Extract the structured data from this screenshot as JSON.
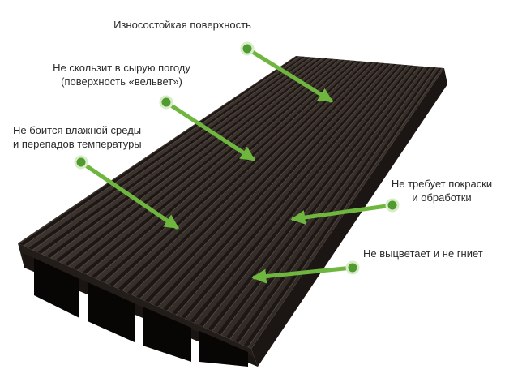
{
  "colors": {
    "accent_green": "#6fb63f",
    "dot_green": "#4f9b2f",
    "board_top": "#3a312c",
    "board_groove": "#1c1714",
    "board_ridge": "#4a403a",
    "board_front": "#231d1a",
    "board_hollow": "#070605"
  },
  "annotations": [
    {
      "id": "wear",
      "lines": [
        "Износостойкая поверхность"
      ]
    },
    {
      "id": "slip",
      "lines": [
        "Не скользит в сырую погоду",
        "(поверхность «вельвет»)"
      ]
    },
    {
      "id": "moisture",
      "lines": [
        "Не боится влажной среды",
        "и перепадов температуры"
      ]
    },
    {
      "id": "paint",
      "lines": [
        "Не требует покраски",
        "и обработки"
      ]
    },
    {
      "id": "fade",
      "lines": [
        "Не выцветает и не гниет"
      ]
    }
  ]
}
